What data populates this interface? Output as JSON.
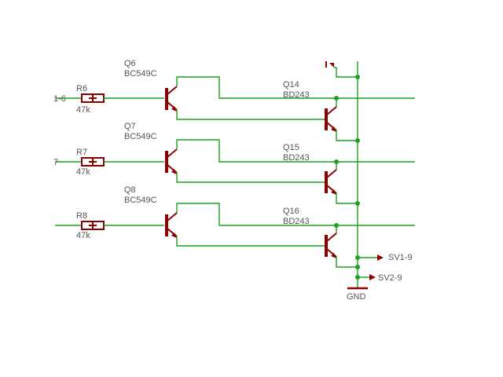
{
  "colors": {
    "wire": "#1fa01f",
    "component": "#8b0000",
    "text": "#555555",
    "background": "#ffffff"
  },
  "stages": [
    {
      "input_label": "1-6",
      "resistor": {
        "ref": "R6",
        "value": "47k"
      },
      "driver": {
        "ref": "Q6",
        "part": "BC549C"
      },
      "power": {
        "ref": "Q14",
        "part": "BD243"
      }
    },
    {
      "input_label": "7",
      "resistor": {
        "ref": "R7",
        "value": "47k"
      },
      "driver": {
        "ref": "Q7",
        "part": "BC549C"
      },
      "power": {
        "ref": "Q15",
        "part": "BD243"
      }
    },
    {
      "input_label": "",
      "resistor": {
        "ref": "R8",
        "value": "47k"
      },
      "driver": {
        "ref": "Q8",
        "part": "BC549C"
      },
      "power": {
        "ref": "Q16",
        "part": "BD243"
      }
    }
  ],
  "connectors": [
    {
      "label": "SV1-9"
    },
    {
      "label": "SV2-9"
    }
  ],
  "ground": {
    "label": "GND"
  }
}
